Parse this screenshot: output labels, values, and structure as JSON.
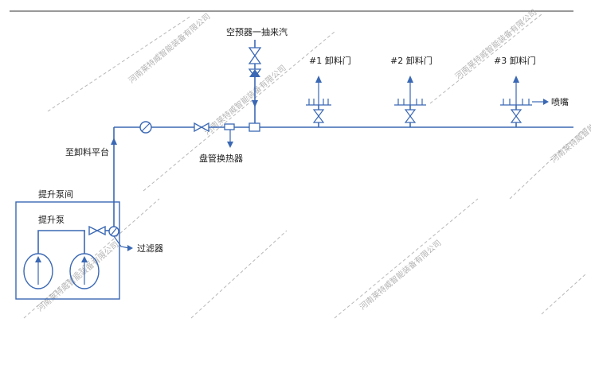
{
  "labels": {
    "steam_source": "空预器一抽来汽",
    "door_1": "#1 卸料门",
    "door_2": "#2 卸料门",
    "door_3": "#3 卸料门",
    "nozzle": "喷嘴",
    "to_platform": "至卸料平台",
    "coil_exchanger": "盘管换热器",
    "pump_room": "提升泵间",
    "lift_pump": "提升泵",
    "filter": "过滤器"
  },
  "watermark": {
    "text": "河南莱特威智能装备有限公司"
  },
  "colors": {
    "pipe": "#3a68b4",
    "text": "#1a1a1a",
    "watermark": "#9a9a9a",
    "background": "#ffffff"
  }
}
